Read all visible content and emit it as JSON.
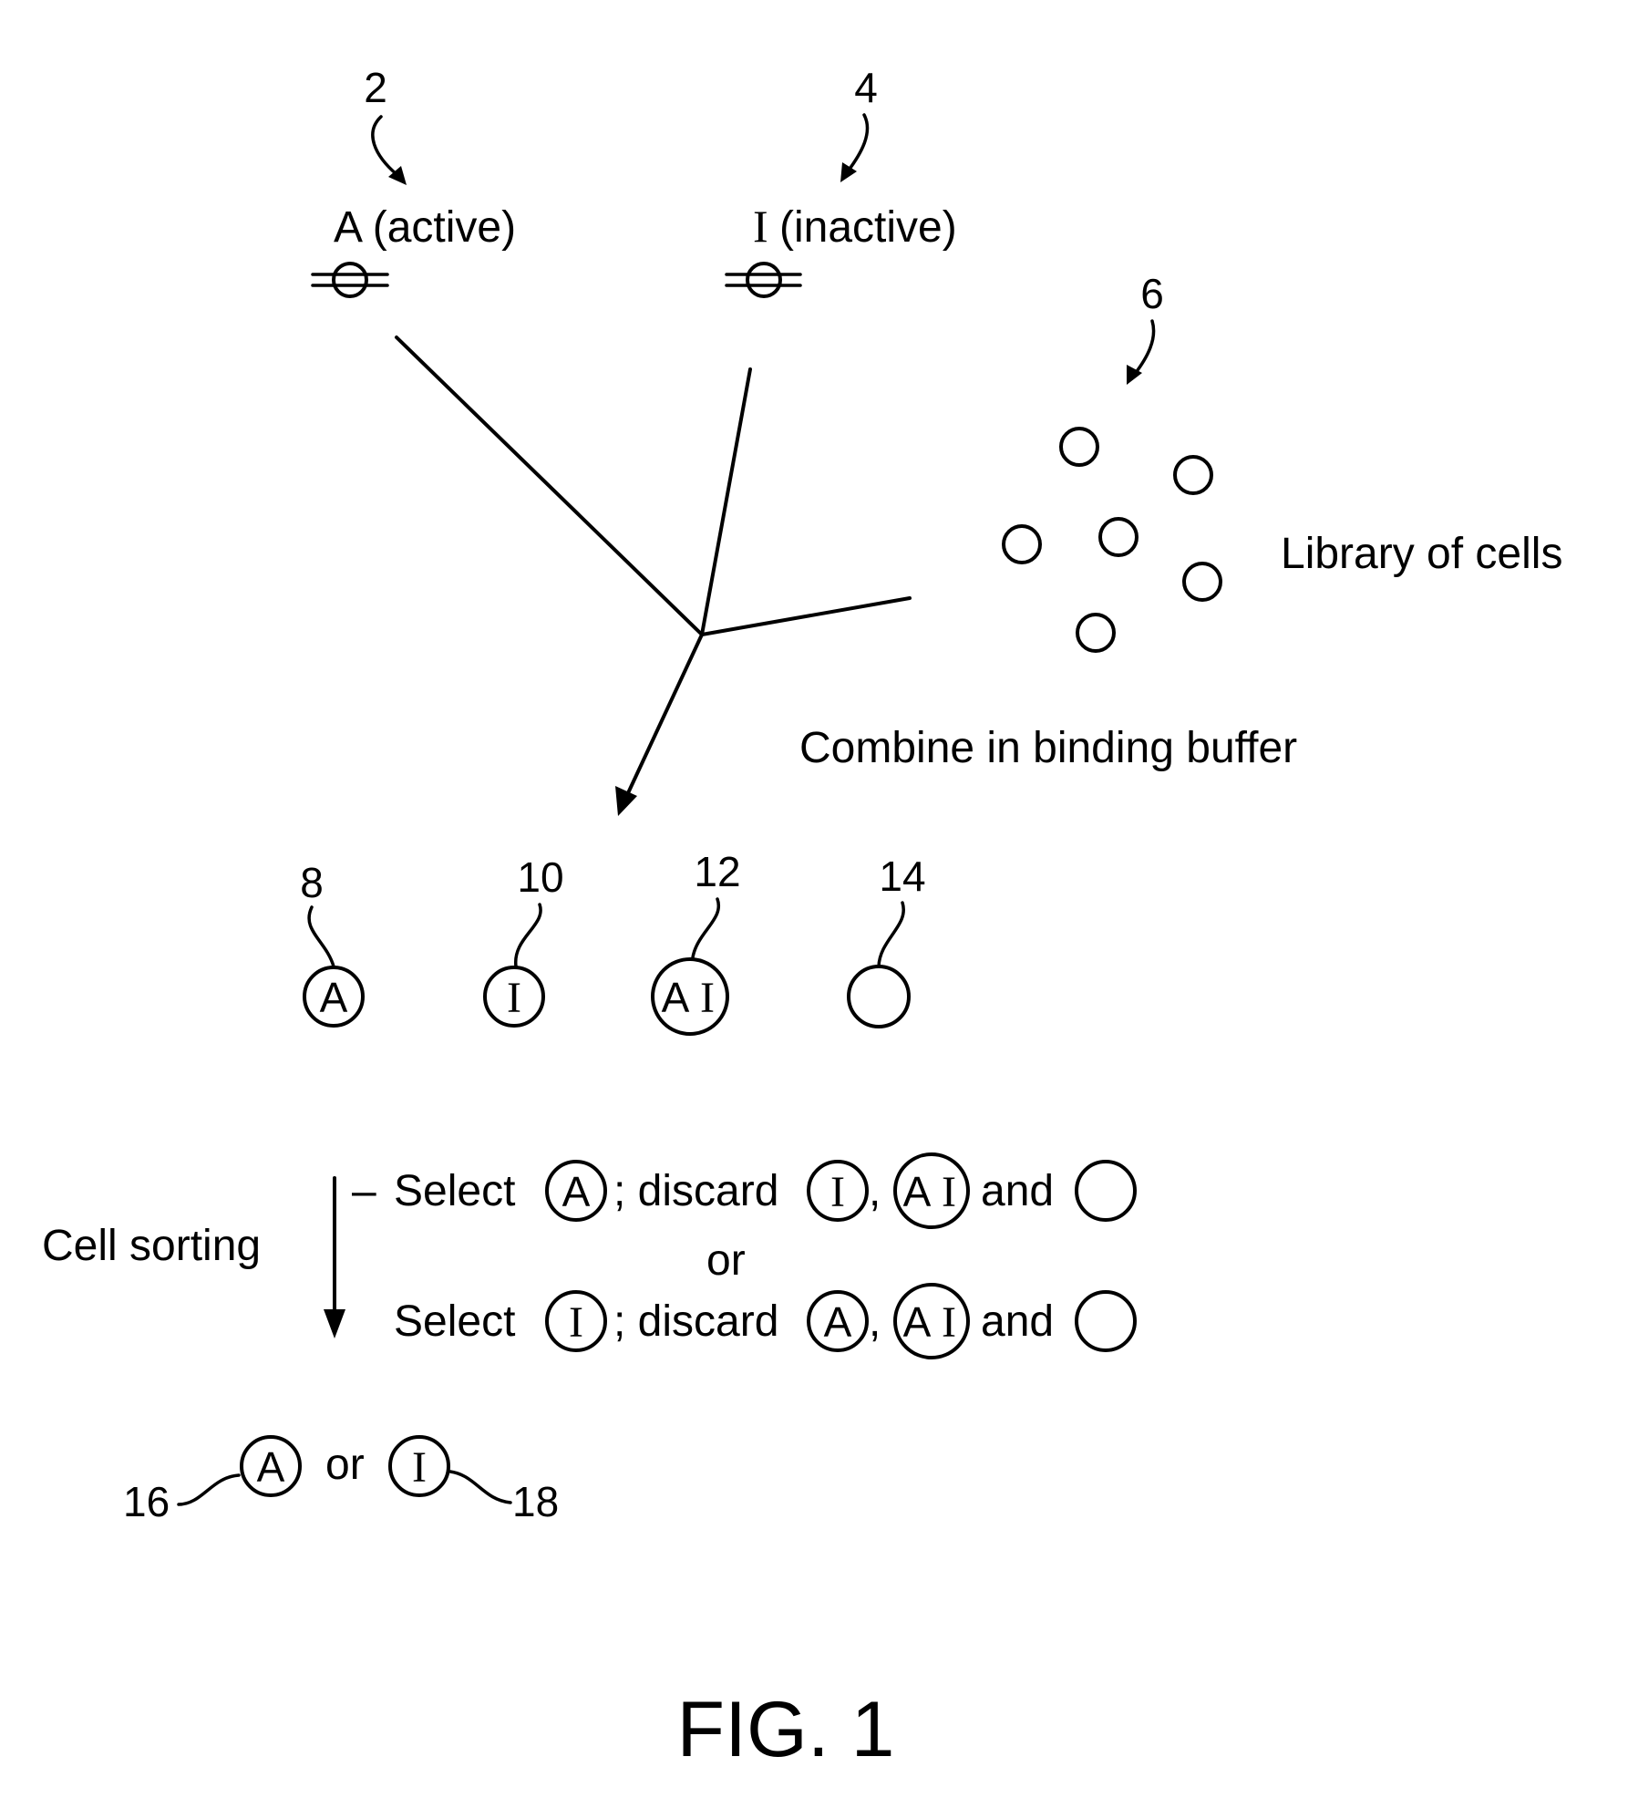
{
  "refs": {
    "r2": "2",
    "r4": "4",
    "r6": "6",
    "r8": "8",
    "r10": "10",
    "r12": "12",
    "r14": "14",
    "r16": "16",
    "r18": "18"
  },
  "labels": {
    "active": "A (active)",
    "inactive_mark": "I",
    "inactive": "(inactive)",
    "library": "Library of cells",
    "combine": "Combine in binding buffer",
    "cell_sorting": "Cell sorting",
    "dash": "–",
    "select": "Select",
    "discard": "; discard",
    "comma": ",",
    "and": "and",
    "or": "or",
    "fig": "FIG. 1"
  },
  "cell_letters": {
    "A": "A",
    "I": "I",
    "AI": "AI"
  }
}
